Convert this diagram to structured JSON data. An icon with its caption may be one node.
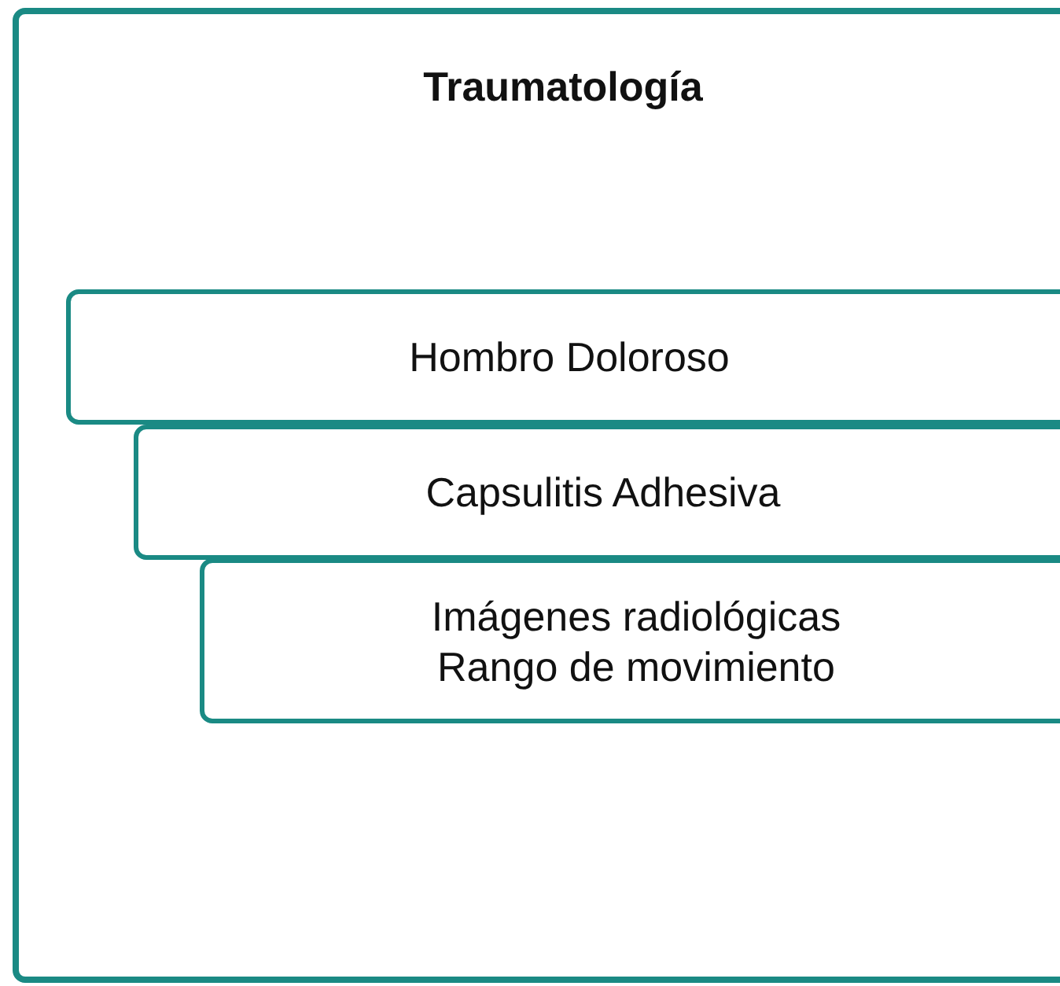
{
  "diagram": {
    "nodes": [
      {
        "text": [
          "Traumatología"
        ]
      },
      {
        "text": [
          "Hombro Doloroso"
        ],
        "in": 0
      },
      {
        "text": [
          "Capsulitis Adhesiva"
        ],
        "in": 0
      },
      {
        "text": [
          "Imágenes radiológicas",
          "Rango de movimiento"
        ],
        "in": 0
      }
    ]
  }
}
